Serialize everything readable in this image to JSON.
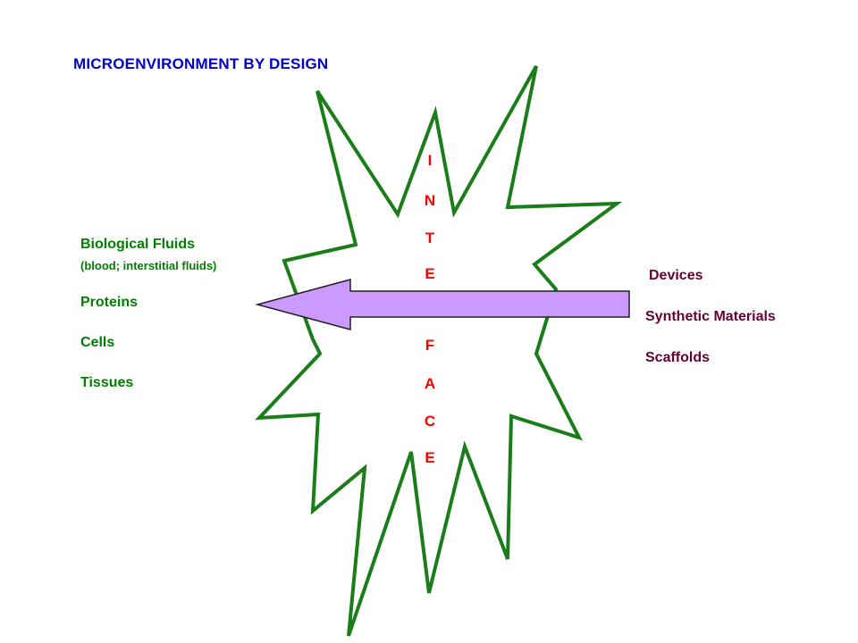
{
  "title": "MICROENVIRONMENT BY DESIGN",
  "left_items": {
    "biological_fluids": "Biological Fluids",
    "biological_fluids_sub": "(blood; interstitial fluids)",
    "proteins": "Proteins",
    "cells": "Cells",
    "tissues": "Tissues"
  },
  "right_items": {
    "devices": "Devices",
    "synthetic_materials": "Synthetic Materials",
    "scaffolds": "Scaffolds"
  },
  "interface_letters": [
    "I",
    "N",
    "T",
    "E",
    "F",
    "A",
    "C",
    "E"
  ],
  "colors": {
    "title": "#0000cc",
    "left_text": "#008000",
    "right_text": "#660033",
    "interface_text": "#ff0000",
    "starburst_stroke": "#1a7d1a",
    "arrow_fill": "#cc99ff",
    "arrow_stroke": "#222222"
  }
}
